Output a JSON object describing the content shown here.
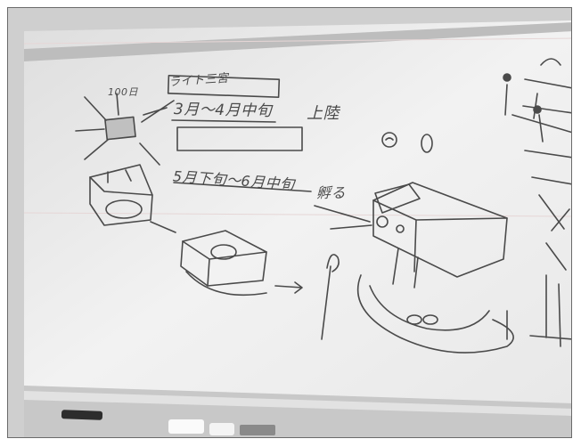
{
  "photo": {
    "description_free": true,
    "board_color": "#f1f1f1",
    "ink_color": "#4a4a4a",
    "tray_color": "#d9d9d9"
  },
  "notes": {
    "count_label": "100日",
    "lite_label": "ライト三宮",
    "mar_apr": "3月〜4月中旬",
    "landing": "上陸",
    "may_jun": "5月下旬〜6月中旬",
    "hatch": "孵る"
  }
}
